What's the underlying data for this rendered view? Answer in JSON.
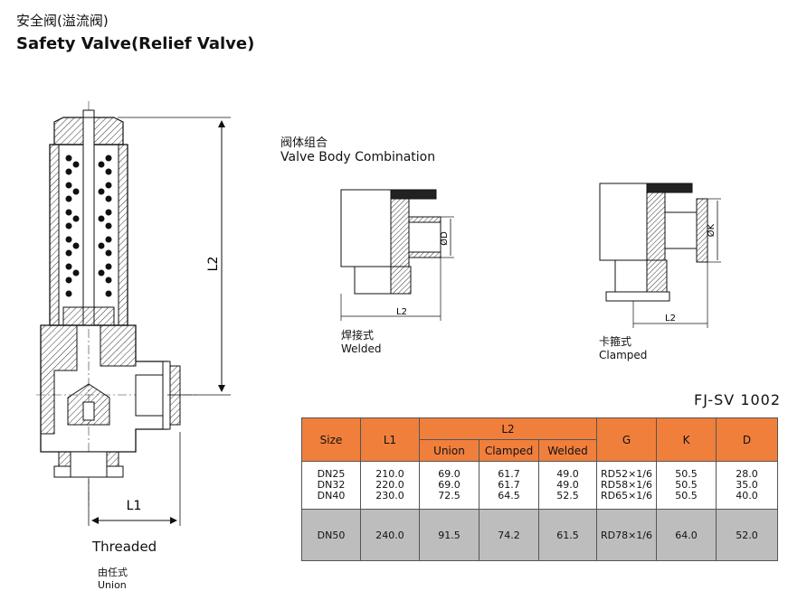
{
  "header": {
    "title_cn": "安全阀(溢流阀)",
    "title_en": "Safety Valve(Relief Valve)"
  },
  "combination": {
    "title_cn": "阀体组合",
    "title_en": "Valve Body Combination"
  },
  "welded": {
    "label_cn": "焊接式",
    "label_en": "Welded",
    "dim_l2": "L2",
    "dim_d": "ØD"
  },
  "clamped": {
    "label_cn": "卡箍式",
    "label_en": "Clamped",
    "dim_l2": "L2",
    "dim_k": "ØK"
  },
  "main_drawing": {
    "dim_l1": "L1",
    "dim_l2": "L2",
    "threaded": "Threaded",
    "union_cn": "由任式",
    "union_en": "Union"
  },
  "model": "FJ-SV 1002",
  "table": {
    "headers": {
      "size": "Size",
      "l1": "L1",
      "l2": "L2",
      "union": "Union",
      "clamped": "Clamped",
      "welded": "Welded",
      "g": "G",
      "k": "K",
      "d": "D"
    },
    "group": {
      "size": [
        "DN25",
        "DN32",
        "DN40"
      ],
      "l1": [
        "210.0",
        "220.0",
        "230.0"
      ],
      "union": [
        "69.0",
        "69.0",
        "72.5"
      ],
      "clamped": [
        "61.7",
        "61.7",
        "64.5"
      ],
      "welded": [
        "49.0",
        "49.0",
        "52.5"
      ],
      "g": [
        "RD52×1/6",
        "RD58×1/6",
        "RD65×1/6"
      ],
      "k": [
        "50.5",
        "50.5",
        "50.5"
      ],
      "d": [
        "28.0",
        "35.0",
        "40.0"
      ]
    },
    "last": {
      "size": "DN50",
      "l1": "240.0",
      "union": "91.5",
      "clamped": "74.2",
      "welded": "61.5",
      "g": "RD78×1/6",
      "k": "64.0",
      "d": "52.0"
    }
  }
}
